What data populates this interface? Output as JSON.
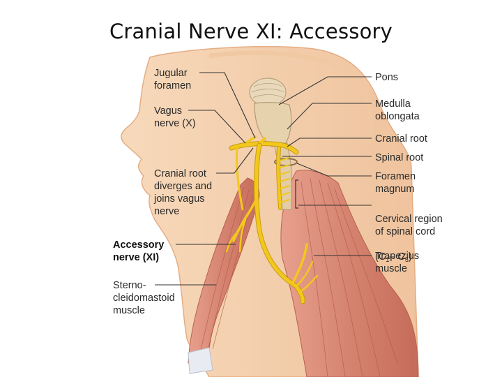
{
  "slide": {
    "title": "Cranial Nerve XI: Accessory"
  },
  "labels": {
    "jugular_foramen": "Jugular\nforamen",
    "vagus_nerve": "Vagus\nnerve (X)",
    "cranial_root_diverges": "Cranial root\ndiverges and\njoins vagus\nnerve",
    "accessory_nerve": "Accessory\nnerve (XI)",
    "sternocleidomastoid": "Sterno-\ncleidomastoid\nmuscle",
    "pons": "Pons",
    "medulla": "Medulla\noblongata",
    "cranial_root": "Cranial root",
    "spinal_root": "Spinal root",
    "foramen_magnum": "Foramen\nmagnum",
    "cervical_region": "Cervical region\nof spinal cord",
    "cervical_c_open": "(C",
    "cervical_c1_sub": "1",
    "cervical_dash": "– C",
    "cervical_c5_sub": "5",
    "cervical_close": ")",
    "trapezius": "Trapezius\nmuscle"
  },
  "colors": {
    "skin": "#f6d7b8",
    "skin_edge": "#e9b78e",
    "muscle": "#d98b7a",
    "muscle_dark": "#b9604f",
    "nerve": "#f2c81d",
    "nerve_edge": "#c79a10",
    "brain": "#e8d5b0",
    "leader": "#333333"
  }
}
